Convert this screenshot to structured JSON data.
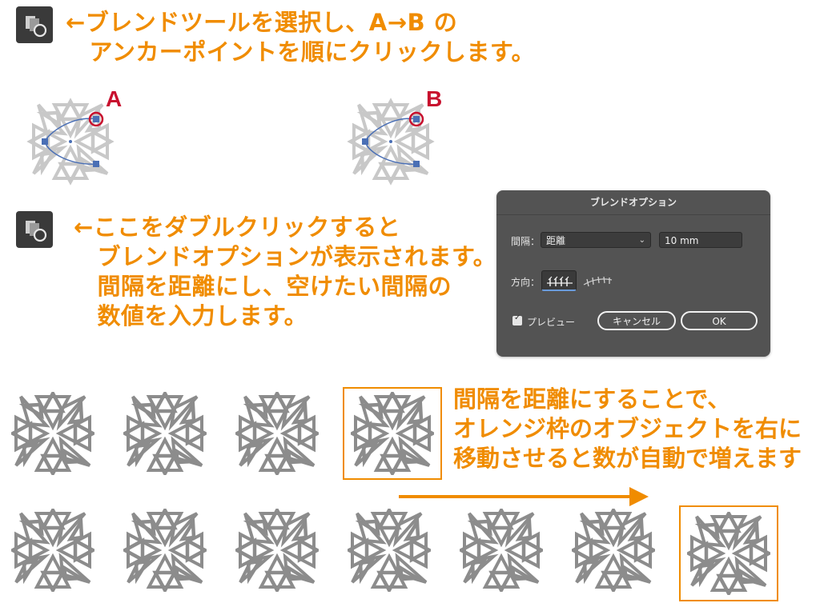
{
  "step1": {
    "caption": "←ブレンドツールを選択し、A→B の\n　アンカーポイントを順にクリックします。"
  },
  "labels": {
    "a": "A",
    "b": "B"
  },
  "step2": {
    "caption": "←ここをダブルクリックすると\n　ブレンドオプションが表示されます。\n　間隔を距離にし、空けたい間隔の\n　数値を入力します。"
  },
  "dialog": {
    "title": "ブレンドオプション",
    "spacing_label": "間隔：",
    "spacing_value": "距離",
    "distance_value": "10 mm",
    "orientation_label": "方向：",
    "preview_label": "プレビュー",
    "cancel_label": "キャンセル",
    "ok_label": "OK"
  },
  "step3": {
    "caption": "間隔を距離にすることで、\nオレンジ枠のオブジェクトを右に\n移動させると数が自動で増えます"
  },
  "colors": {
    "accent": "#f08c00",
    "label_red": "#c8102e",
    "anchor_blue": "#4a6fb5",
    "shape_gray": "#8c8c8c",
    "light_gray": "#c8c8c8",
    "dialog_bg": "#535353"
  },
  "icons": {
    "blend_tool": "blend-tool-icon",
    "arrow": "arrow-right-icon"
  }
}
